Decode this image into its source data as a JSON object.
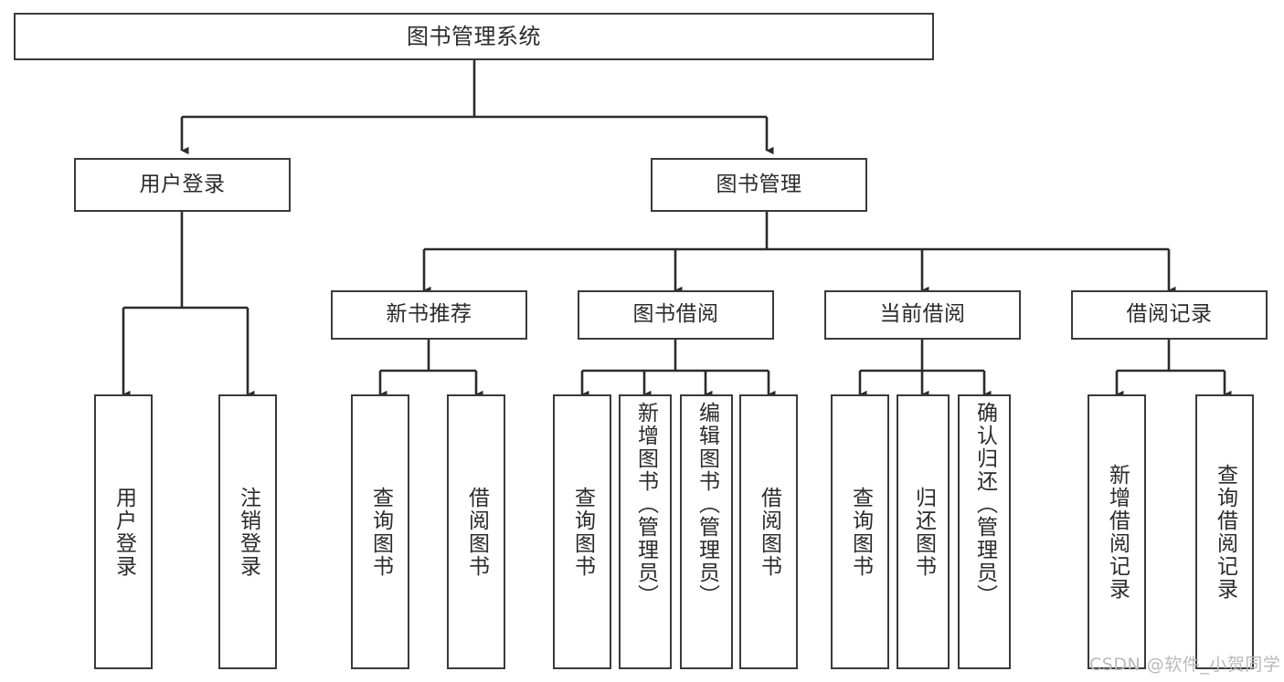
{
  "diagram": {
    "title": "图书管理系统",
    "type": "tree",
    "watermark": "CSDN @软件_小贺同学",
    "colors": {
      "border": "#3a3a3a",
      "background": "#ffffff",
      "text": "#2b2b2b",
      "edge": "#2b2b2b",
      "watermark": "#b9b9b9"
    },
    "nodes": {
      "root": {
        "label": "图书管理系统"
      },
      "level1": [
        {
          "id": "user_login",
          "label": "用户登录"
        },
        {
          "id": "book_mgmt",
          "label": "图书管理"
        }
      ],
      "level2": [
        {
          "id": "new_book_rec",
          "label": "新书推荐",
          "parent": "book_mgmt"
        },
        {
          "id": "book_borrow",
          "label": "图书借阅",
          "parent": "book_mgmt"
        },
        {
          "id": "current_borrow",
          "label": "当前借阅",
          "parent": "book_mgmt"
        },
        {
          "id": "borrow_record",
          "label": "借阅记录",
          "parent": "book_mgmt"
        }
      ],
      "leaves": [
        {
          "id": "leaf_user_login",
          "label": "用户登录",
          "parent": "user_login"
        },
        {
          "id": "leaf_logout",
          "label": "注销登录",
          "parent": "user_login"
        },
        {
          "id": "leaf_query_book_1",
          "label": "查询图书",
          "parent": "new_book_rec"
        },
        {
          "id": "leaf_borrow_book_1",
          "label": "借阅图书",
          "parent": "new_book_rec"
        },
        {
          "id": "leaf_query_book_2",
          "label": "查询图书",
          "parent": "book_borrow"
        },
        {
          "id": "leaf_add_book",
          "label": "新增图书（管理员）",
          "parent": "book_borrow"
        },
        {
          "id": "leaf_edit_book",
          "label": "编辑图书（管理员）",
          "parent": "book_borrow"
        },
        {
          "id": "leaf_borrow_book_2",
          "label": "借阅图书",
          "parent": "book_borrow"
        },
        {
          "id": "leaf_query_book_3",
          "label": "查询图书",
          "parent": "current_borrow"
        },
        {
          "id": "leaf_return_book",
          "label": "归还图书",
          "parent": "current_borrow"
        },
        {
          "id": "leaf_confirm_return",
          "label": "确认归还（管理员）",
          "parent": "current_borrow"
        },
        {
          "id": "leaf_add_record",
          "label": "新增借阅记录",
          "parent": "borrow_record"
        },
        {
          "id": "leaf_query_record",
          "label": "查询借阅记录",
          "parent": "borrow_record"
        }
      ]
    }
  }
}
